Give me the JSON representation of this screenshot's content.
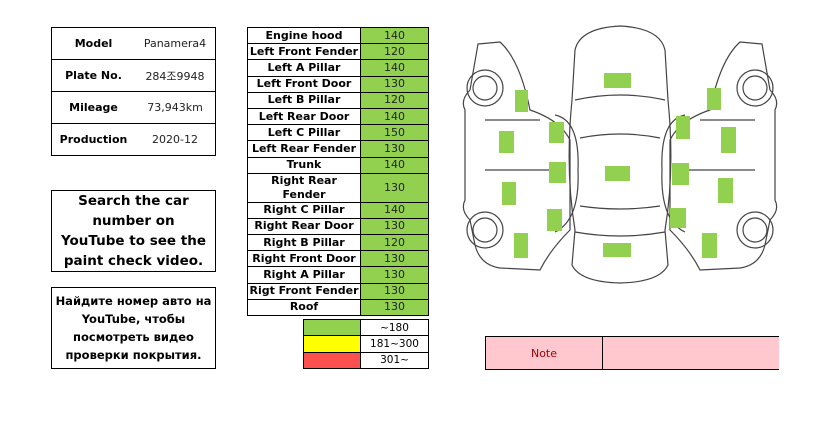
{
  "info": [
    {
      "label": "Model",
      "value": "Panamera4"
    },
    {
      "label": "Plate No.",
      "value": "284조9948"
    },
    {
      "label": "Mileage",
      "value": "73,943km"
    },
    {
      "label": "Production",
      "value": "2020-12"
    }
  ],
  "message_en": "Search the car number on YouTube to see the paint check video.",
  "message_ru": "Найдите номер авто на YouTube, чтобы посмотреть видео проверки покрытия.",
  "parts": [
    {
      "label": "Engine hood",
      "value": "140"
    },
    {
      "label": "Left Front Fender",
      "value": "120"
    },
    {
      "label": "Left A Pillar",
      "value": "140"
    },
    {
      "label": "Left Front Door",
      "value": "130"
    },
    {
      "label": "Left B Pillar",
      "value": "120"
    },
    {
      "label": "Left Rear Door",
      "value": "140"
    },
    {
      "label": "Left C Pillar",
      "value": "150"
    },
    {
      "label": "Left Rear Fender",
      "value": "130"
    },
    {
      "label": "Trunk",
      "value": "140"
    },
    {
      "label": "Right Rear Fender",
      "value": "130"
    },
    {
      "label": "Right C Pillar",
      "value": "140"
    },
    {
      "label": "Right Rear Door",
      "value": "130"
    },
    {
      "label": "Right B Pillar",
      "value": "120"
    },
    {
      "label": "Right Front Door",
      "value": "130"
    },
    {
      "label": "Right A Pillar",
      "value": "130"
    },
    {
      "label": "Rigt Front Fender",
      "value": "130"
    },
    {
      "label": "Roof",
      "value": "130"
    }
  ],
  "legend": [
    {
      "color": "#92d050",
      "range": "~180"
    },
    {
      "color": "#ffff00",
      "range": "181~300"
    },
    {
      "color": "#ff5050",
      "range": "301~"
    }
  ],
  "note": {
    "label": "Note",
    "value": ""
  },
  "colors": {
    "ok": "#92d050",
    "note_bg": "#ffc7ce",
    "note_text": "#9c0006"
  }
}
